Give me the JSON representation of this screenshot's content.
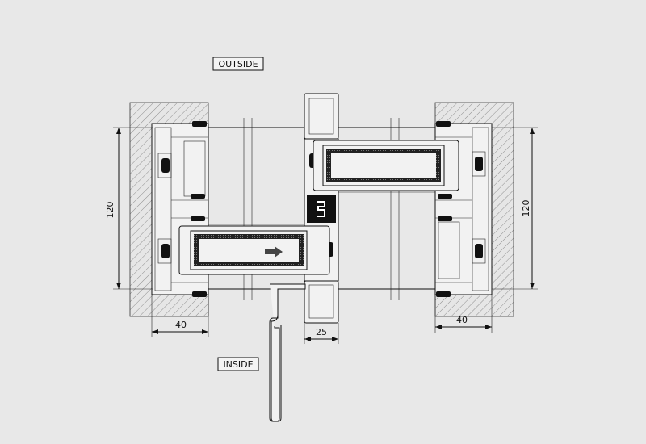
{
  "labels": {
    "outside": "OUTSIDE",
    "inside": "INSIDE"
  },
  "dimensions": {
    "left_height": "120",
    "right_height": "120",
    "left_width": "40",
    "right_width": "40",
    "center_width": "25"
  }
}
